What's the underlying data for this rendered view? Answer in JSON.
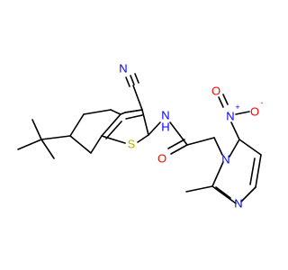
{
  "colors": {
    "carbon": "#000000",
    "nitrogen": "#0000FF",
    "oxygen": "#FF0000",
    "sulfur": "#B2B200"
  },
  "atoms": {
    "nitrile_n": "N",
    "amide_nh": "N",
    "amide_h": "H",
    "sulfur": "S",
    "carbonyl_o": "O",
    "imid_n1": "N",
    "imid_n3": "N",
    "nitro_n": "N",
    "nitro_plus": "+",
    "nitro_o1": "O",
    "nitro_o1_charge": "-",
    "nitro_o2": "O"
  }
}
